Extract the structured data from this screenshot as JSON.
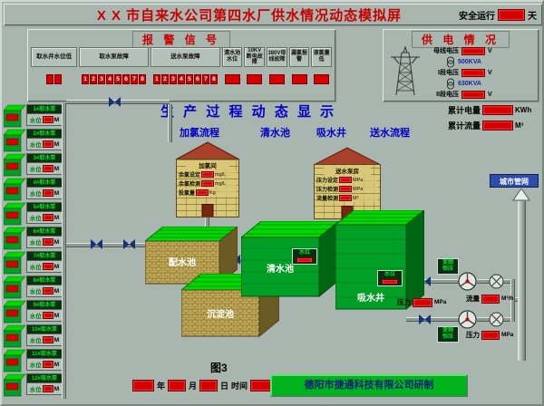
{
  "window": {
    "title": "X X 市自来水公司第四水厂供水情况动态模拟屏"
  },
  "safe_run": {
    "label": "安全运行",
    "unit": "天"
  },
  "alarm_panel": {
    "title": "报 警 信 号",
    "groups": [
      {
        "label": "取水井水位低",
        "cells": [
          "",
          ""
        ]
      },
      {
        "label": "取水泵故障",
        "cells": [
          "1",
          "2",
          "3",
          "4",
          "5",
          "6",
          "7",
          "8"
        ]
      },
      {
        "label": "送水泵故障",
        "cells": [
          "1",
          "2",
          "3",
          "4",
          "5",
          "6",
          "7",
          "8"
        ]
      },
      {
        "label": "清水池水位",
        "cells": [
          ""
        ]
      },
      {
        "label": "10KV断电故障",
        "cells": [
          ""
        ]
      },
      {
        "label": "380V母线故障",
        "cells": [
          ""
        ]
      },
      {
        "label": "漏氯报警",
        "cells": [
          ""
        ]
      },
      {
        "label": "液氯量低",
        "cells": [
          ""
        ]
      }
    ]
  },
  "power_panel": {
    "title": "供 电 情 况",
    "rows": [
      {
        "label": "母线电压",
        "unit": "V"
      },
      {
        "label": "I段电压",
        "unit": "V"
      },
      {
        "label": "II段电压",
        "unit": "V"
      }
    ],
    "transformers": [
      {
        "label": "500KVA"
      },
      {
        "label": "630KVA"
      }
    ]
  },
  "totals": {
    "energy": {
      "label": "累计电量",
      "unit": "KWh"
    },
    "flow": {
      "label": "累计流量",
      "unit": "M³"
    }
  },
  "process": {
    "title": "生 产 过 程 动 态 显 示",
    "sections": [
      "加氯流程",
      "清水池",
      "吸水井",
      "送水流程"
    ]
  },
  "intake_pumps": {
    "level_label": "水位",
    "level_unit": "M",
    "items": [
      {
        "name": "1#取水泵"
      },
      {
        "name": "2#取水泵"
      },
      {
        "name": "3#取水泵"
      },
      {
        "name": "4#取水泵"
      },
      {
        "name": "5#取水泵"
      },
      {
        "name": "6#取水泵"
      },
      {
        "name": "7#取水泵"
      },
      {
        "name": "8#取水泵"
      },
      {
        "name": "9#取水泵"
      },
      {
        "name": "10#取水泵"
      },
      {
        "name": "11#取水泵"
      },
      {
        "name": "12#取水泵"
      }
    ]
  },
  "chlorine_house": {
    "title": "加氯间",
    "rows": [
      {
        "label": "余氯设定",
        "unit": "mg/L"
      },
      {
        "label": "余氯检测",
        "unit": "mg/L"
      },
      {
        "label": "投氯量",
        "unit": "Kg"
      }
    ]
  },
  "pump_house": {
    "title": "送水泵房",
    "rows": [
      {
        "label": "压力设定",
        "unit": "MPa"
      },
      {
        "label": "压力检测",
        "unit": "MPa"
      },
      {
        "label": "流量检测",
        "unit": "M³"
      }
    ]
  },
  "tanks": [
    {
      "name": "配水池"
    },
    {
      "name": "沉淀池"
    },
    {
      "name": "清水池"
    },
    {
      "name": "吸水井"
    }
  ],
  "tank_status": {
    "label": "水位"
  },
  "vfd": {
    "line1": "变频",
    "line2": "恒压"
  },
  "outputs": {
    "pressure": {
      "label": "压力",
      "unit": "MPa"
    },
    "flow": {
      "label": "流量",
      "unit": "M³/h"
    },
    "pressure2": {
      "label": "压力",
      "unit": "MPa"
    }
  },
  "city_network": "城市管网",
  "figure_label": "图3",
  "date_bar": {
    "year": "年",
    "month": "月",
    "day": "日",
    "time": "时间"
  },
  "credit": "德阳市捷通科技有限公司研制",
  "colors": {
    "display_red": "#d60000",
    "label_blue": "#0000c8",
    "title_red": "#c80000",
    "tank_green": "#00a026",
    "tank_top_green": "#00d800",
    "credit_green": "#00b41e",
    "background": "#a9b5af"
  }
}
